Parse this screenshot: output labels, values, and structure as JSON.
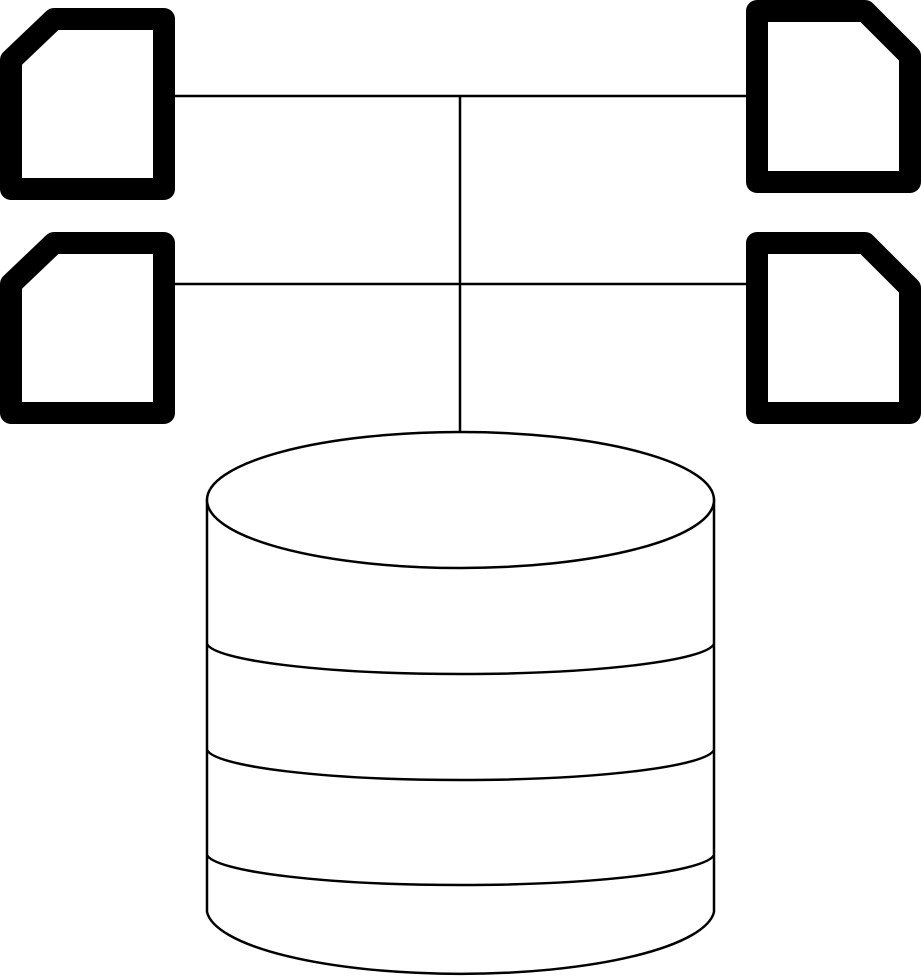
{
  "diagram": {
    "nodes": [
      {
        "id": "file-top-left",
        "icon": "document-icon",
        "corner": "top-left"
      },
      {
        "id": "file-top-right",
        "icon": "document-icon",
        "corner": "top-right"
      },
      {
        "id": "file-mid-left",
        "icon": "document-icon",
        "corner": "top-left"
      },
      {
        "id": "file-mid-right",
        "icon": "document-icon",
        "corner": "top-right"
      },
      {
        "id": "database",
        "icon": "database-cylinder-icon",
        "layers": 4
      }
    ],
    "edges": [
      {
        "from": "file-top-left",
        "to": "file-top-right"
      },
      {
        "from": "file-mid-left",
        "to": "file-mid-right"
      },
      {
        "from": "file-top-left",
        "to": "database",
        "via": "trunk"
      }
    ],
    "colors": {
      "stroke": "#000000",
      "fill": "#ffffff",
      "background": "#ffffff"
    }
  }
}
